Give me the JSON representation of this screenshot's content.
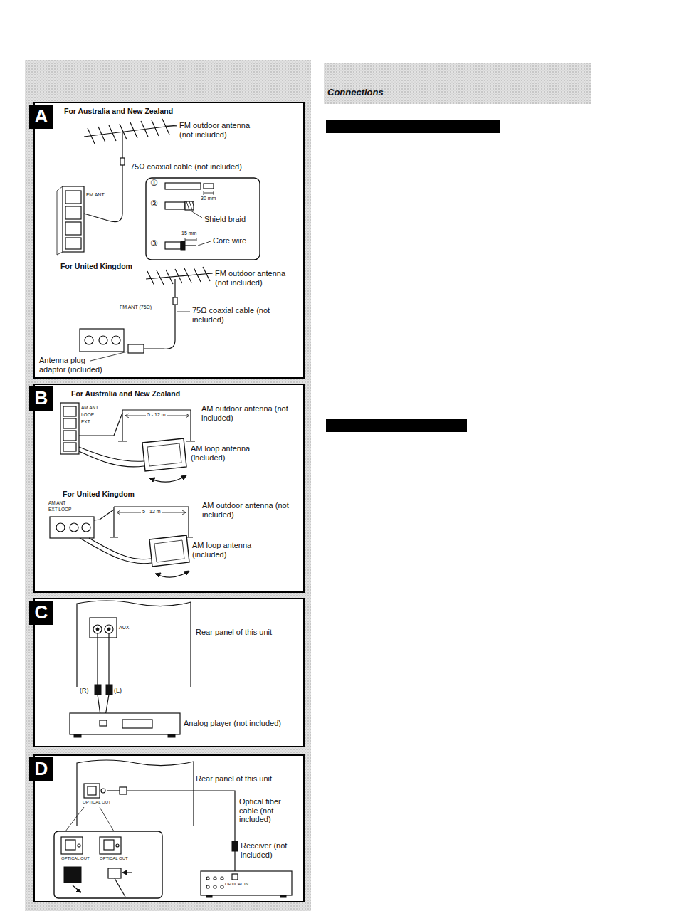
{
  "diagram": {
    "title": "Connections",
    "nodes": [
      {
        "text": [
          "A"
        ]
      },
      {
        "text": [
          "B"
        ]
      },
      {
        "text": [
          "C"
        ]
      },
      {
        "text": [
          "D"
        ]
      }
    ],
    "labels": [
      "For Australia and New Zealand",
      "FM outdoor antenna (not included)",
      "75Ω coaxial cable (not included)",
      "FM ANT",
      "①",
      "30 mm",
      "②",
      "Shield braid",
      "15 mm",
      "③",
      "Core wire",
      "For United Kingdom",
      "FM outdoor antenna (not included)",
      "FM ANT (75Ω)",
      "75Ω coaxial cable (not included)",
      "Antenna plug adaptor (included)",
      "For Australia and New Zealand",
      "AM outdoor antenna (not included)",
      "5 - 12 m",
      "AM ANT",
      "LOOP",
      "EXT",
      "AM loop antenna (included)",
      "For United Kingdom",
      "AM outdoor antenna (not included)",
      "5 - 12 m",
      "AM ANT",
      "EXT LOOP",
      "AM loop antenna (included)",
      "Rear panel of this unit",
      "AUX",
      "(R)",
      "(L)",
      "Analog player (not included)",
      "Rear panel of this unit",
      "OPTICAL OUT",
      "Optical fiber cable (not included)",
      "Receiver (not included)",
      "OPTICAL OUT",
      "OPTICAL OUT",
      "OPTICAL IN"
    ]
  }
}
